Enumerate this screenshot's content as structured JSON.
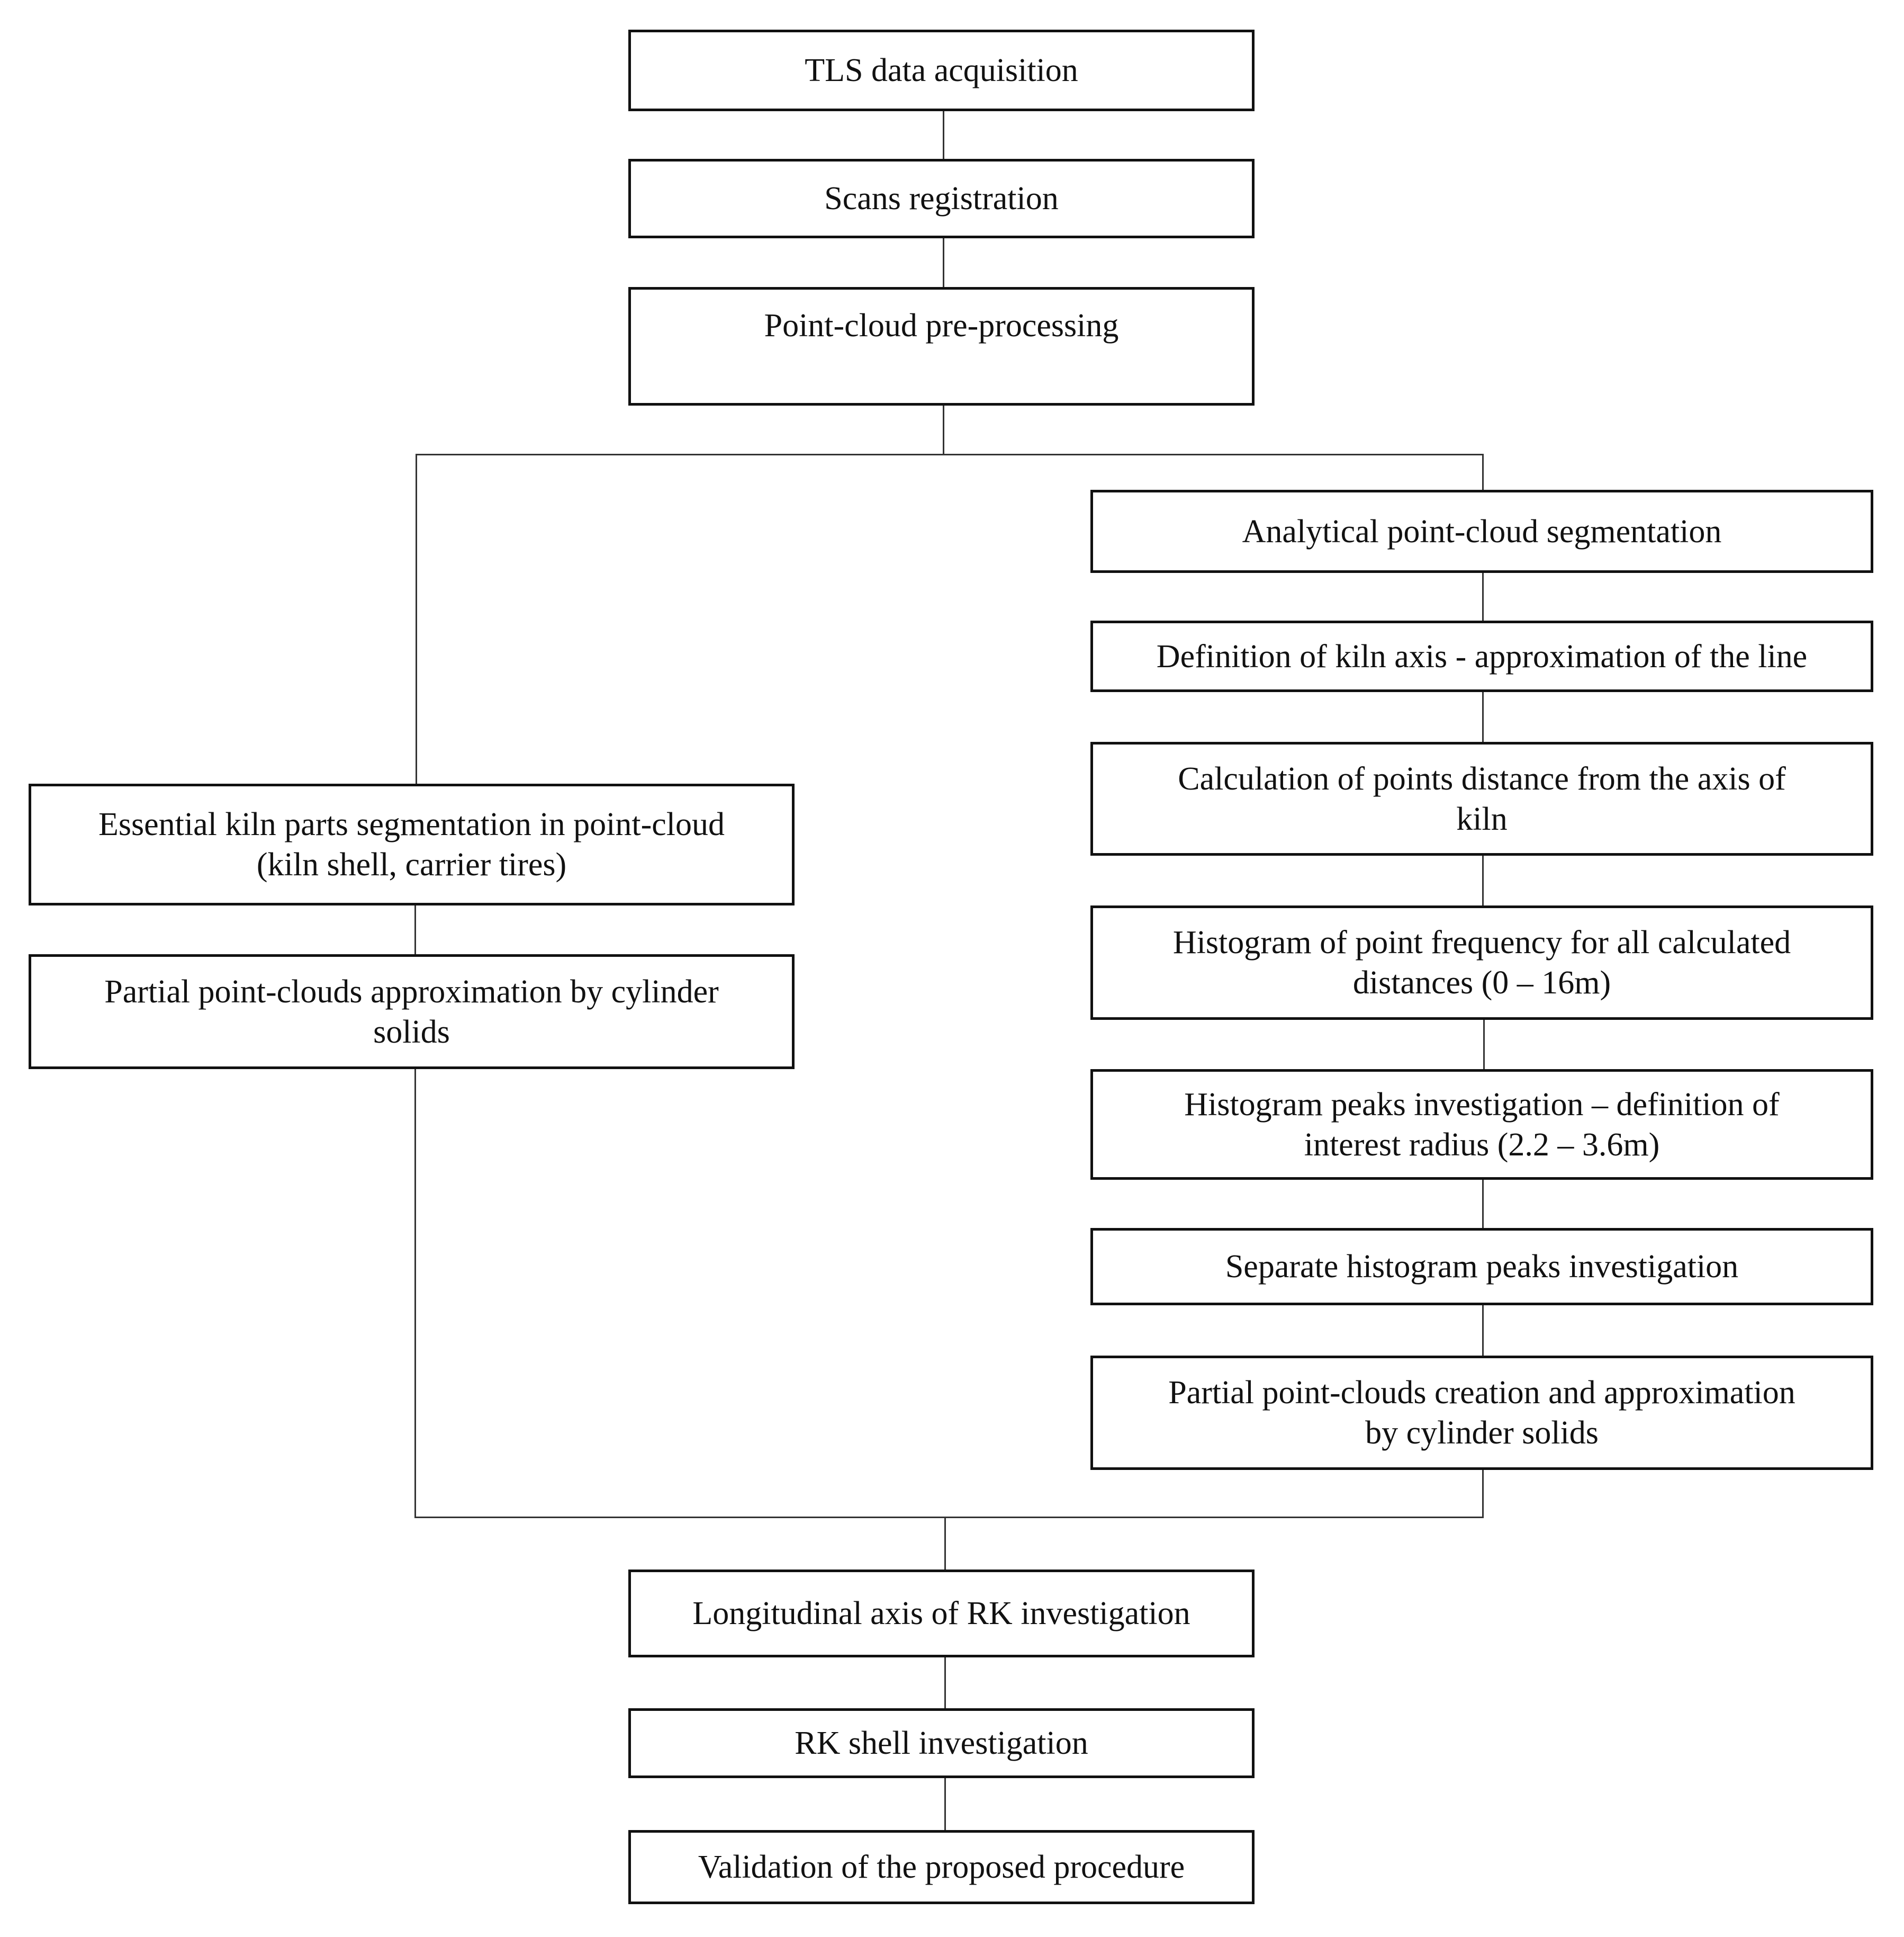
{
  "flowchart": {
    "main": {
      "tls": "TLS data acquisition",
      "registration": "Scans registration",
      "preprocessing": "Point-cloud pre-processing",
      "longitudinal": "Longitudinal axis of RK investigation",
      "shell": "RK shell investigation",
      "validation": "Validation of the proposed procedure"
    },
    "left": {
      "segmentation_l1": "Essential kiln parts segmentation in point-cloud",
      "segmentation_l2": "(kiln shell, carrier tires)",
      "approx_l1": "Partial point-clouds approximation by cylinder",
      "approx_l2": "solids"
    },
    "right": {
      "analytical": "Analytical point-cloud segmentation",
      "axis_def": "Definition of kiln axis - approximation of the line",
      "distance_l1": "Calculation of points distance from the axis of",
      "distance_l2": "kiln",
      "histogram_l1": "Histogram of point frequency for all calculated",
      "histogram_l2": "distances (0 – 16m)",
      "peaks_l1": "Histogram peaks investigation – definition of",
      "peaks_l2": "interest radius (2.2 – 3.6m)",
      "separate": "Separate histogram peaks investigation",
      "creation_l1": "Partial point-clouds creation and approximation",
      "creation_l2": "by cylinder solids"
    }
  }
}
